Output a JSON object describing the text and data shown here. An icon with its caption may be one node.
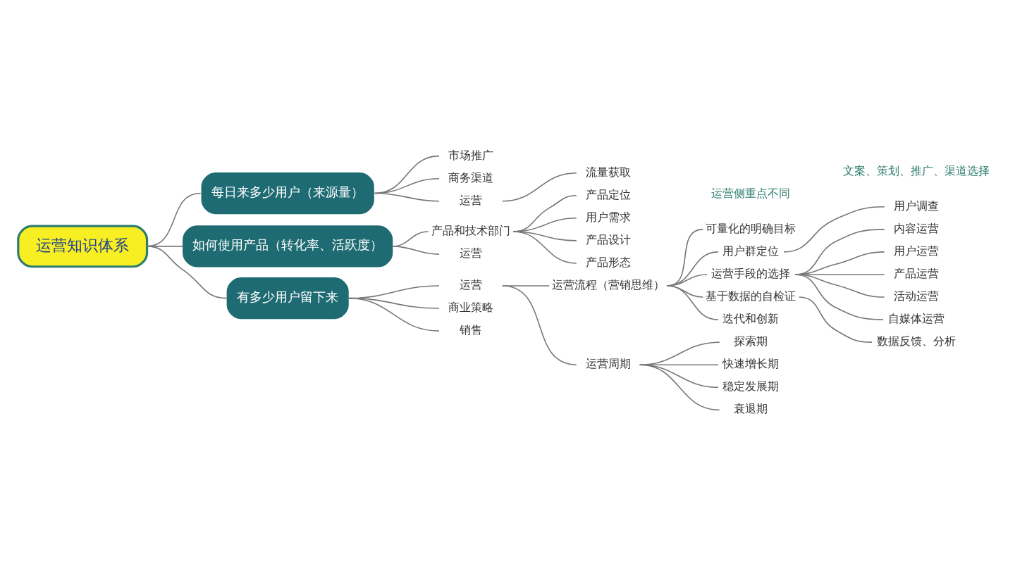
{
  "diagram": {
    "nodes": [
      {
        "text": [
          "运营知识体系"
        ]
      },
      {
        "text": [
          "每日来多少用户（来源量）"
        ]
      },
      {
        "text": [
          "市场推广"
        ]
      },
      {
        "text": [
          "商务渠道"
        ]
      },
      {
        "text": [
          "运营"
        ]
      },
      {
        "text": [
          "流量获取"
        ]
      },
      {
        "text": [
          "如何使用产品（转化率、活跃度）"
        ]
      },
      {
        "text": [
          "产品和技术部门"
        ]
      },
      {
        "text": [
          "产品定位"
        ]
      },
      {
        "text": [
          "用户需求"
        ]
      },
      {
        "text": [
          "产品设计"
        ]
      },
      {
        "text": [
          "产品形态"
        ]
      },
      {
        "text": [
          "运营"
        ]
      },
      {
        "text": [
          "有多少用户留下来"
        ]
      },
      {
        "text": [
          "运营"
        ]
      },
      {
        "text": [
          "运营流程（营销思维）"
        ]
      },
      {
        "text": [
          "可量化的明确目标"
        ]
      },
      {
        "text": [
          "用户群定位"
        ]
      },
      {
        "text": [
          "用户调查"
        ]
      },
      {
        "text": [
          "运营手段的选择"
        ]
      },
      {
        "text": [
          "内容运营"
        ]
      },
      {
        "text": [
          "用户运营"
        ]
      },
      {
        "text": [
          "产品运营"
        ]
      },
      {
        "text": [
          "活动运营"
        ]
      },
      {
        "text": [
          "自媒体运营"
        ]
      },
      {
        "text": [
          "基于数据的自检证"
        ]
      },
      {
        "text": [
          "数据反馈、分析"
        ]
      },
      {
        "text": [
          "迭代和创新"
        ]
      },
      {
        "text": [
          "运营周期"
        ]
      },
      {
        "text": [
          "探索期"
        ]
      },
      {
        "text": [
          "快速增长期"
        ]
      },
      {
        "text": [
          "稳定发展期"
        ]
      },
      {
        "text": [
          "衰退期"
        ]
      },
      {
        "text": [
          "商业策略"
        ]
      },
      {
        "text": [
          "销售"
        ]
      }
    ],
    "edges": [
      {
        "from": 0,
        "to": 1,
        "arrow": "none"
      },
      {
        "from": 1,
        "to": 2,
        "arrow": "none"
      },
      {
        "from": 1,
        "to": 3,
        "arrow": "none"
      },
      {
        "from": 1,
        "to": 4,
        "arrow": "none"
      },
      {
        "from": 4,
        "to": 5,
        "arrow": "none"
      },
      {
        "from": 0,
        "to": 6,
        "arrow": "none"
      },
      {
        "from": 6,
        "to": 7,
        "arrow": "none"
      },
      {
        "from": 7,
        "to": 8,
        "arrow": "none"
      },
      {
        "from": 7,
        "to": 9,
        "arrow": "none"
      },
      {
        "from": 7,
        "to": 10,
        "arrow": "none"
      },
      {
        "from": 7,
        "to": 11,
        "arrow": "none"
      },
      {
        "from": 6,
        "to": 12,
        "arrow": "none"
      },
      {
        "from": 0,
        "to": 13,
        "arrow": "none"
      },
      {
        "from": 13,
        "to": 14,
        "arrow": "none"
      },
      {
        "from": 14,
        "to": 15,
        "arrow": "none"
      },
      {
        "from": 15,
        "to": 16,
        "arrow": "none"
      },
      {
        "from": 15,
        "to": 17,
        "arrow": "none"
      },
      {
        "from": 17,
        "to": 18,
        "arrow": "none"
      },
      {
        "from": 15,
        "to": 19,
        "arrow": "none"
      },
      {
        "from": 19,
        "to": 20,
        "arrow": "none"
      },
      {
        "from": 19,
        "to": 21,
        "arrow": "none"
      },
      {
        "from": 19,
        "to": 22,
        "arrow": "none"
      },
      {
        "from": 19,
        "to": 23,
        "arrow": "none"
      },
      {
        "from": 19,
        "to": 24,
        "arrow": "none"
      },
      {
        "from": 15,
        "to": 25,
        "arrow": "none"
      },
      {
        "from": 25,
        "to": 26,
        "arrow": "none"
      },
      {
        "from": 15,
        "to": 27,
        "arrow": "none"
      },
      {
        "from": 14,
        "to": 28,
        "arrow": "none"
      },
      {
        "from": 28,
        "to": 29,
        "arrow": "none"
      },
      {
        "from": 28,
        "to": 30,
        "arrow": "none"
      },
      {
        "from": 28,
        "to": 31,
        "arrow": "none"
      },
      {
        "from": 28,
        "to": 32,
        "arrow": "none"
      },
      {
        "from": 13,
        "to": 33,
        "arrow": "none"
      },
      {
        "from": 13,
        "to": 34,
        "arrow": "none"
      }
    ],
    "labels": [
      "文案、策划、推广、渠道选择",
      "运营侧重点不同"
    ]
  }
}
